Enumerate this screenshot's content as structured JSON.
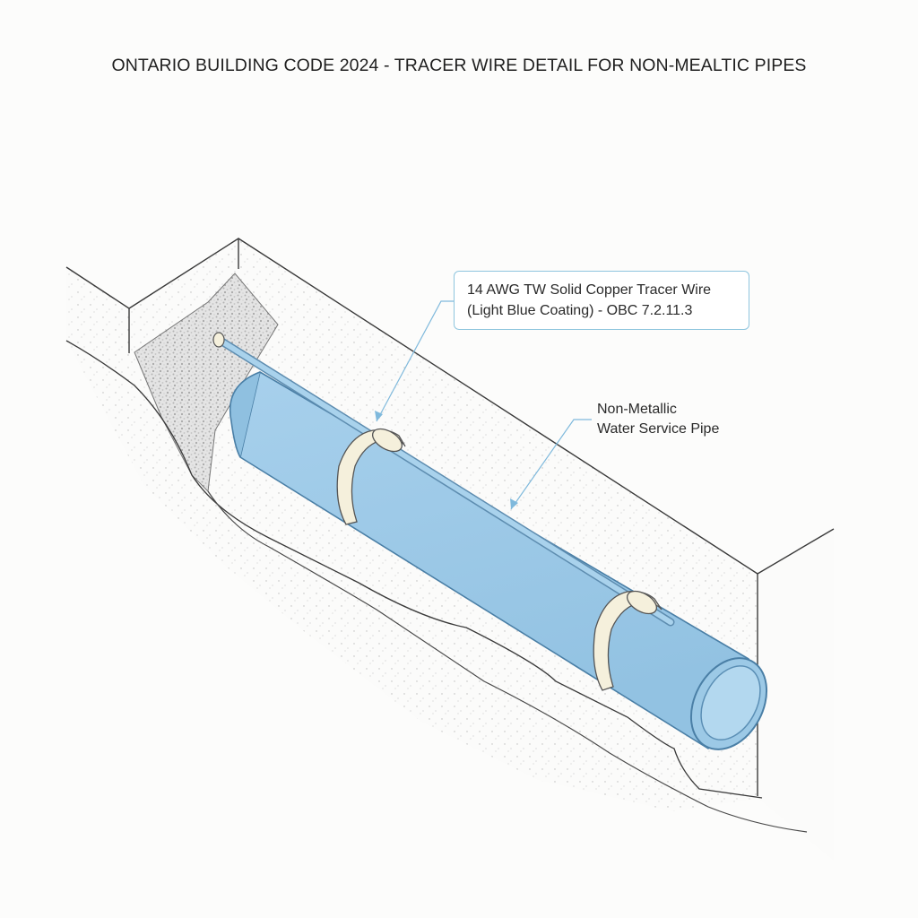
{
  "title": "ONTARIO BUILDING CODE 2024 - TRACER WIRE DETAIL FOR NON-MEALTIC PIPES",
  "callouts": {
    "tracer_wire": {
      "line1": "14 AWG TW Solid Copper Tracer Wire",
      "line2": "(Light Blue Coating) - OBC 7.2.11.3"
    },
    "pipe": {
      "line1": "Non-Metallic",
      "line2": "Water Service Pipe"
    }
  },
  "colors": {
    "pipe_fill": "#9fcbe8",
    "pipe_outline": "#4a7fa6",
    "wire": "#a9d2ec",
    "clamp": "#f5f0dc",
    "leader": "#7fb9dc",
    "gravel": "#e6e6e6"
  }
}
